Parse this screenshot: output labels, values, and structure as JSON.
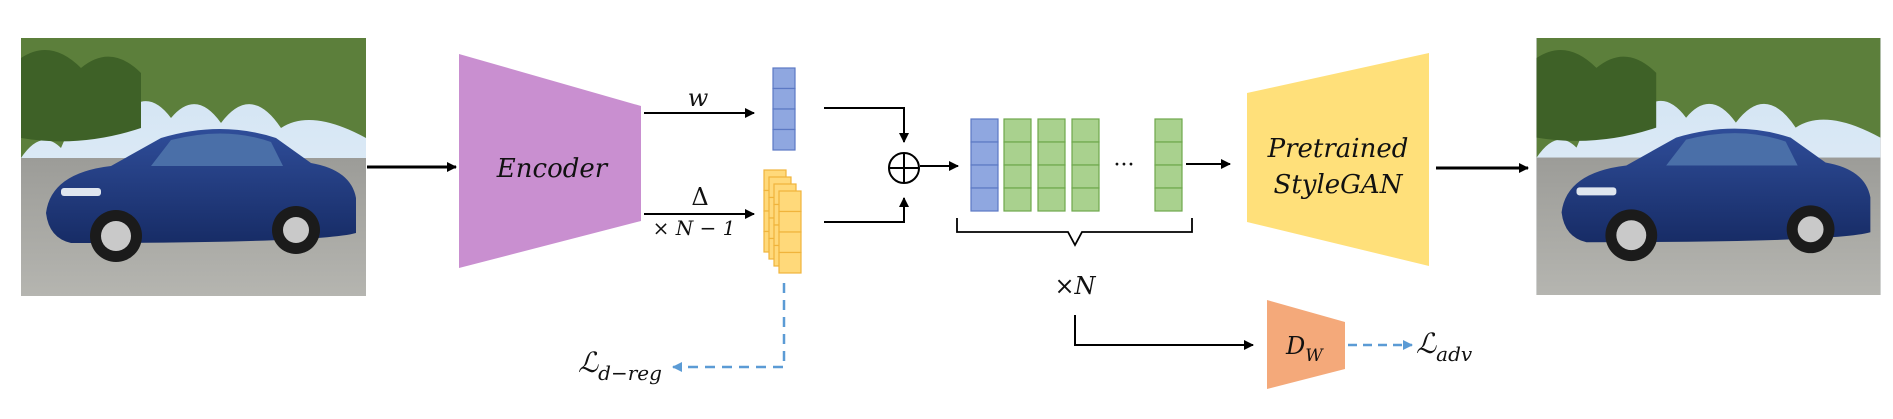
{
  "colors": {
    "encoder": "#c98fd0",
    "stylegan": "#ffe07a",
    "discriminator": "#f4a97a",
    "w_cell_fill": "#8fa7e0",
    "w_cell_stroke": "#5c79c4",
    "delta_cell_fill": "#ffd97a",
    "delta_cell_stroke": "#f0b43c",
    "green_cell_fill": "#a9d18e",
    "green_cell_stroke": "#6ea84c",
    "dashed_arrow": "#5b9bd5",
    "arrow": "#000000"
  },
  "input_image": {
    "description_icon": "car-photo-icon"
  },
  "output_image": {
    "description_icon": "car-photo-icon"
  },
  "encoder": {
    "label": "Encoder"
  },
  "w_branch": {
    "label": "w"
  },
  "delta_branch": {
    "label": "Δ",
    "sublabel": "× N − 1"
  },
  "sum_symbol": "⊕",
  "latent_stack": {
    "ellipsis": "···",
    "repeat_label": "×N"
  },
  "stylegan": {
    "line1": "Pretrained",
    "line2": "StyleGAN"
  },
  "discriminator": {
    "main": "D",
    "sub": "W"
  },
  "losses": {
    "dreg": {
      "main": "ℒ",
      "sub": "d−reg"
    },
    "adv": {
      "main": "ℒ",
      "sub": "adv"
    }
  }
}
